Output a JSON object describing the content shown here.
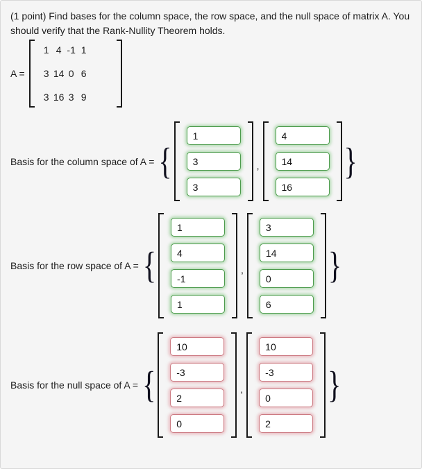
{
  "problem": {
    "text_line1": "(1 point) Find bases for the column space, the row space, and the null space of matrix A. You",
    "text_line2": "should verify that the Rank-Nullity Theorem holds."
  },
  "matrix": {
    "label": "A =",
    "rows": [
      [
        "1",
        "4",
        "-1",
        "1"
      ],
      [
        "3",
        "14",
        "0",
        "6"
      ],
      [
        "3",
        "16",
        "3",
        "9"
      ]
    ]
  },
  "sections": [
    {
      "id": "column-space",
      "css": "col-space",
      "label": "Basis for the column space of A =",
      "status": "correct",
      "vectors": [
        [
          "1",
          "3",
          "3"
        ],
        [
          "4",
          "14",
          "16"
        ]
      ]
    },
    {
      "id": "row-space",
      "css": "row-space",
      "label": "Basis for the row space of A =",
      "status": "correct",
      "vectors": [
        [
          "1",
          "4",
          "-1",
          "1"
        ],
        [
          "3",
          "14",
          "0",
          "6"
        ]
      ]
    },
    {
      "id": "null-space",
      "css": "null-space",
      "label": "Basis for the null space of A =",
      "status": "incorrect",
      "vectors": [
        [
          "10",
          "-3",
          "2",
          "0"
        ],
        [
          "10",
          "-3",
          "0",
          "2"
        ]
      ]
    }
  ],
  "punctuation": {
    "open_brace": "{",
    "close_brace": "}",
    "comma": ","
  },
  "colors": {
    "correct_border": "#4c9b4c",
    "correct_glow": "rgba(92,184,92,0.45)",
    "incorrect_border": "#cc7a82",
    "incorrect_glow": "rgba(219,130,140,0.5)"
  }
}
